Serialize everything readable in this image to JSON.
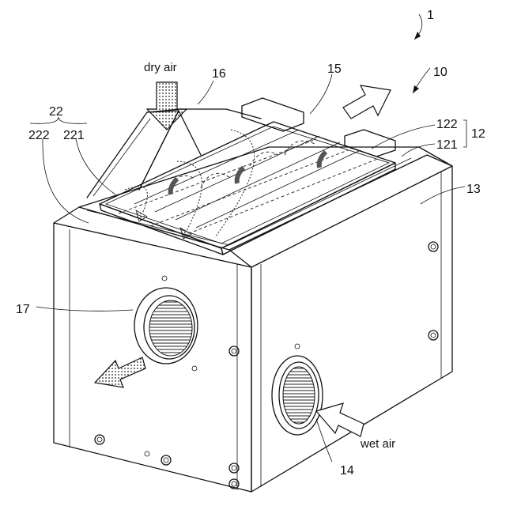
{
  "figure": {
    "number": "1",
    "labels": {
      "device": "10",
      "cassette": "12",
      "cassette_upper": "122",
      "cassette_lower": "121",
      "housing": "13",
      "wet_inlet": "14",
      "outlet": "15",
      "duct": "16",
      "vent": "17",
      "fins": "22",
      "fin_a": "222",
      "fin_b": "221"
    },
    "annotations": {
      "dry_air": "dry air",
      "wet_air": "wet air"
    }
  }
}
